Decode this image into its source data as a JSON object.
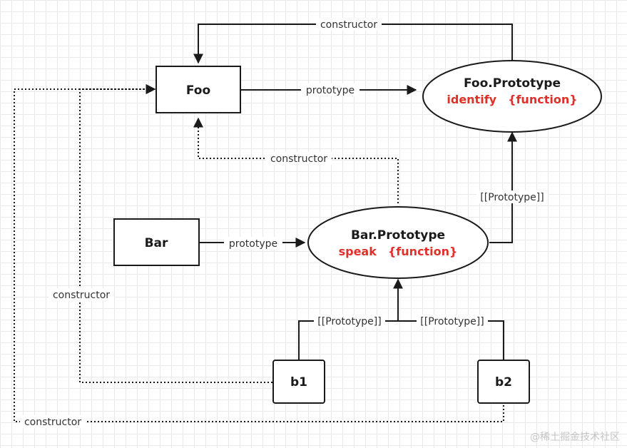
{
  "nodes": {
    "foo": {
      "title": "Foo"
    },
    "bar": {
      "title": "Bar"
    },
    "b1": {
      "title": "b1"
    },
    "b2": {
      "title": "b2"
    },
    "foo_prototype": {
      "title": "Foo.Prototype",
      "member": "identify",
      "member_type": "{function}"
    },
    "bar_prototype": {
      "title": "Bar.Prototype",
      "member": "speak",
      "member_type": "{function}"
    }
  },
  "edges": {
    "foo_proto_constructor": "constructor",
    "foo_prototype": "prototype",
    "bar_proto_constructor": "constructor",
    "bar_proto_link": "[[Prototype]]",
    "bar_prototype": "prototype",
    "b1_proto_link": "[[Prototype]]",
    "b2_proto_link": "[[Prototype]]",
    "b1_constructor": "constructor",
    "b2_constructor": "constructor"
  },
  "watermark": "@稀土掘金技术社区",
  "colors": {
    "line": "#1a1a1a",
    "accent": "#e0302a",
    "grid": "#e9e9e9"
  }
}
